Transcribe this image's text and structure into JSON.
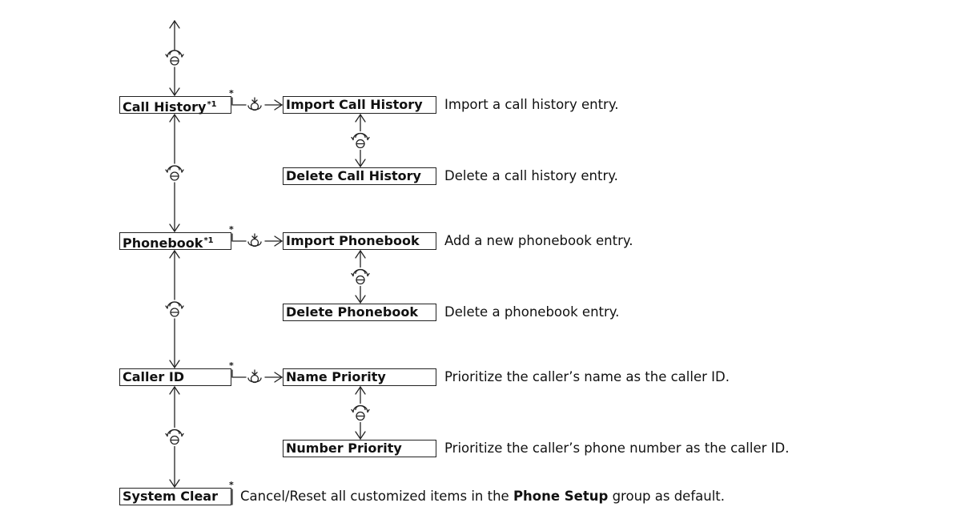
{
  "menu_items": [
    {
      "label": "Call History",
      "footnote": "*1",
      "star": "*"
    },
    {
      "label": "Phonebook",
      "footnote": "*1",
      "star": "*"
    },
    {
      "label": "Caller ID",
      "footnote": "",
      "star": "*"
    },
    {
      "label": "System Clear",
      "footnote": "",
      "star": "*"
    }
  ],
  "sub_items": [
    {
      "label": "Import Call History",
      "description": "Import a call history entry."
    },
    {
      "label": "Delete Call History",
      "description": "Delete a call history entry."
    },
    {
      "label": "Import Phonebook",
      "description": "Add a new phonebook entry."
    },
    {
      "label": "Delete Phonebook",
      "description": "Delete a phonebook entry."
    },
    {
      "label": "Name Priority",
      "description": "Prioritize the caller’s name as the caller ID."
    },
    {
      "label": "Number Priority",
      "description": "Prioritize the caller’s phone number as the caller ID."
    }
  ],
  "system_clear_description": {
    "before": "Cancel/Reset all customized items in the ",
    "bold": "Phone Setup",
    "after": " group as default."
  },
  "icons": {
    "rotate": "selector-knob-rotate-icon",
    "press": "selector-knob-press-icon"
  }
}
